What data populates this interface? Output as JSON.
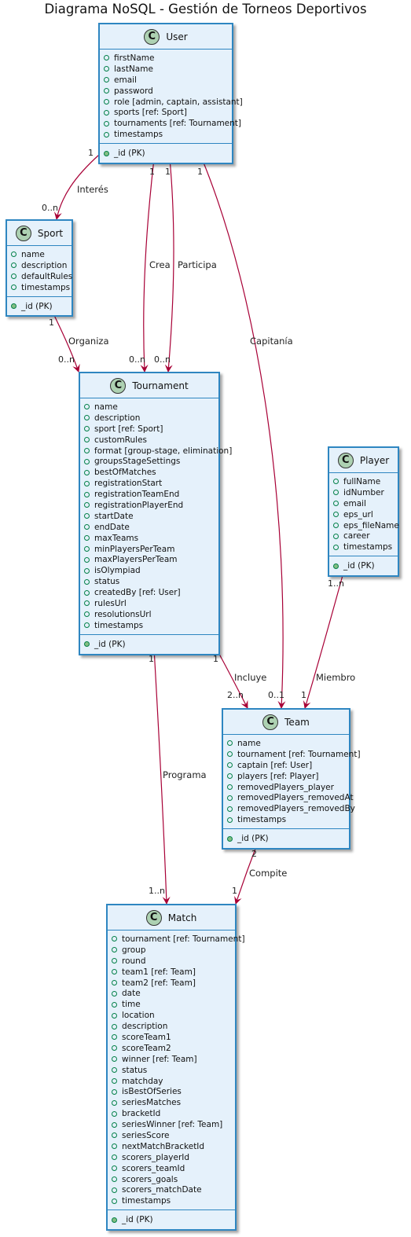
{
  "diagram_title": "Diagrama NoSQL - Gestión de Torneos Deportivos",
  "class_marker": "C",
  "colors": {
    "class_fill": "#e5f1fb",
    "class_border": "#2e86c1",
    "edge": "#A80036",
    "class_marker_fill": "#add1b2"
  },
  "classes": {
    "user": {
      "name": "User",
      "attributes": [
        "firstName",
        "lastName",
        "email",
        "password",
        "role [admin, captain, assistant]",
        "sports [ref: Sport]",
        "tournaments [ref: Tournament]",
        "timestamps"
      ],
      "pk": "_id (PK)"
    },
    "sport": {
      "name": "Sport",
      "attributes": [
        "name",
        "description",
        "defaultRules",
        "timestamps"
      ],
      "pk": "_id (PK)"
    },
    "tournament": {
      "name": "Tournament",
      "attributes": [
        "name",
        "description",
        "sport [ref: Sport]",
        "customRules",
        "format [group-stage, elimination]",
        "groupsStageSettings",
        "bestOfMatches",
        "registrationStart",
        "registrationTeamEnd",
        "registrationPlayerEnd",
        "startDate",
        "endDate",
        "maxTeams",
        "minPlayersPerTeam",
        "maxPlayersPerTeam",
        "isOlympiad",
        "status",
        "createdBy [ref: User]",
        "rulesUrl",
        "resolutionsUrl",
        "timestamps"
      ],
      "pk": "_id (PK)"
    },
    "player": {
      "name": "Player",
      "attributes": [
        "fullName",
        "idNumber",
        "email",
        "eps_url",
        "eps_fileName",
        "career",
        "timestamps"
      ],
      "pk": "_id (PK)"
    },
    "team": {
      "name": "Team",
      "attributes": [
        "name",
        "tournament [ref: Tournament]",
        "captain [ref: User]",
        "players [ref: Player]",
        "removedPlayers_player",
        "removedPlayers_removedAt",
        "removedPlayers_removedBy",
        "timestamps"
      ],
      "pk": "_id (PK)"
    },
    "match": {
      "name": "Match",
      "attributes": [
        "tournament [ref: Tournament]",
        "group",
        "round",
        "team1 [ref: Team]",
        "team2 [ref: Team]",
        "date",
        "time",
        "location",
        "description",
        "scoreTeam1",
        "scoreTeam2",
        "winner [ref: Team]",
        "status",
        "matchday",
        "isBestOfSeries",
        "seriesMatches",
        "bracketId",
        "seriesWinner [ref: Team]",
        "seriesScore",
        "nextMatchBracketId",
        "scorers_playerId",
        "scorers_teamId",
        "scorers_goals",
        "scorers_matchDate",
        "timestamps"
      ],
      "pk": "_id (PK)"
    }
  },
  "relations": {
    "interes": {
      "label": "Interés",
      "from_mult": "1",
      "to_mult": "0..n"
    },
    "crea": {
      "label": "Crea",
      "from_mult": "1",
      "to_mult": "0..n"
    },
    "participa": {
      "label": "Participa",
      "from_mult": "1",
      "to_mult": "0..n"
    },
    "capitania": {
      "label": "Capitanía",
      "from_mult": "1",
      "to_mult": "0..1"
    },
    "organiza": {
      "label": "Organiza",
      "from_mult": "1",
      "to_mult": "0..n"
    },
    "incluye": {
      "label": "Incluye",
      "from_mult": "1",
      "to_mult": "2..n"
    },
    "miembro": {
      "label": "Miembro",
      "from_mult": "1..n",
      "to_mult": "1"
    },
    "programa": {
      "label": "Programa",
      "from_mult": "1",
      "to_mult": "1..n"
    },
    "compite": {
      "label": "Compite",
      "from_mult": "2",
      "to_mult": "1"
    }
  }
}
